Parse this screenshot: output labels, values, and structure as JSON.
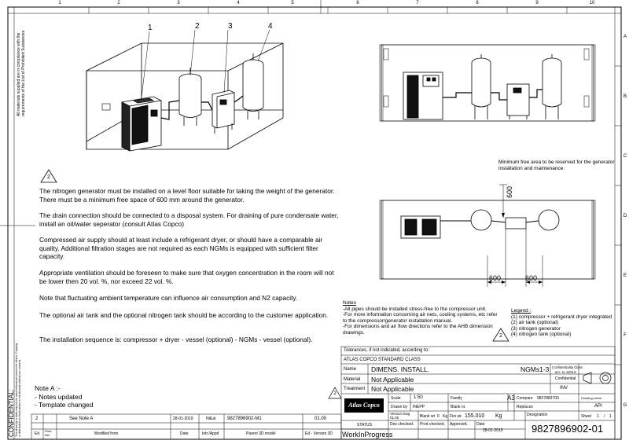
{
  "grid": {
    "cols": [
      "1",
      "2",
      "3",
      "4",
      "5",
      "6",
      "7",
      "8",
      "9",
      "10"
    ],
    "rows": [
      "A",
      "B",
      "C",
      "D",
      "E",
      "F",
      "G"
    ]
  },
  "compliance_text": "All materials supplied are in compliance with the requirements of the List of Prohibited Substances",
  "confidential": {
    "title": "CONFIDENTIAL:",
    "text": "This drawing or data may not be used without permission for others. Copying or distribution to third parties is not allowed without our consent."
  },
  "callouts": [
    "1",
    "2",
    "3",
    "4"
  ],
  "revision_mark": "2",
  "notes": [
    "The nitrogen generator  must be installed on a level floor suitable for taking the weight of the generator. There must be a minimum free space of 600 mm around the generator.",
    "The drain connection should be connected to a disposal system. For draining of pure condensate water, install an oil/water seperator (consult Atlas Copco)",
    "Compressed air supply should at least include a refrigerant dryer, or should have a comparable air quality. Additional filtration stages are not required as each NGMs is equipped with sufficient filter capacity.",
    "Appropriate ventilation should be foreseen to make sure that oxygen concentration in the room will not be lower then 20 vol. %, nor exceed 22 vol. %.",
    "Note that fluctuating ambient temperature can influence air consumption and N2 capacity.",
    "The optional air tank and the optional nitrogen tank should be according to the customer application.",
    "The installation sequence is: compressor + dryer - vessel (optional) - NGMs - vessel (optional)."
  ],
  "note_a": {
    "title": "Note A :-",
    "items": [
      "- Notes updated",
      "- Template changed"
    ]
  },
  "free_area_note": "Minimum free area to be reserved for the generator installation and maintenance.",
  "dimensions": [
    "600",
    "600",
    "600"
  ],
  "pipe_notes": {
    "title": "Notes",
    "lines": [
      "-All pipes should be installed stress-free to the compressor unit.",
      "-For more information concerning air nets, cooling systems, etc refer",
      "to the compressor/generator installation manual.",
      "-For dimensions and air flow directions refer to the AHB dimension",
      "drawings."
    ]
  },
  "legend": {
    "title": "Legend :",
    "items": [
      "(1) compressor + refrigerant dryer integrated",
      "(2) air tank (optional)",
      "(3) nitrogen generator",
      "(4) nitrogen tank (optional)"
    ]
  },
  "title_block": {
    "tolerances": "Tolerances, if not indicated, according to:",
    "standard": "ATLAS COPCO STANDARD CLASS",
    "name_label": "Name",
    "name_value": "DIMENS. INSTALL.",
    "model": "NGMs1-3",
    "material_label": "Material",
    "material_value": "Not Applicable",
    "treatment_label": "Treatment",
    "treatment_value": "Not Applicable",
    "conf_class_label": "Confidentiality Class",
    "conf_class_sub": "acc. to 1102.6",
    "conf_class_value": "Confidential",
    "inv": "INV",
    "scale_label": "Scale",
    "scale_value": "1:50",
    "family_label": "Family",
    "paper_size": "A3",
    "compare_label": "Compare",
    "compare_value": "9827882700",
    "drawing_owner_label": "Drawing owner",
    "drawing_owner_value": "API",
    "drawn_label": "Drawn by",
    "drawn_value": "INEPP",
    "blank_nr_label": "Blank nr.",
    "replaces_label": "Replaces",
    "version_label": "Version Dwg",
    "version_value": "01.00",
    "blank_wt_label": "Blank wt",
    "blank_wt_value": "0",
    "kg": "Kg",
    "fini_wt_label": "Fini wt.",
    "fini_wt_value": "155.010",
    "designation_label": "Designation",
    "sheet_label": "Sheet",
    "sheet_value": "1",
    "sheet_sep": "/",
    "sheet_total": "1",
    "status_label": "STATUS",
    "status_value": "WorkInProgress",
    "des_checked": "Des checked.",
    "prod_checked": "Prod checked.",
    "approved": "Approved.",
    "date_label": "Date",
    "date_value": "28-01-2019",
    "drawing_number": "9827896902-01",
    "logo": "Atlas Copco"
  },
  "revision_table": {
    "row": {
      "ed": "2",
      "position": "",
      "modified_from": "See Note A",
      "date": "28-01-2019",
      "intr": "INEal",
      "parent": "9827896902-M1",
      "ed_version": "01.00"
    },
    "headers": [
      "Ed",
      "Posi-tion",
      "Modified from",
      "Date",
      "Intr./Appd",
      "Parent 3D model",
      "Ed - Version 3D"
    ]
  }
}
